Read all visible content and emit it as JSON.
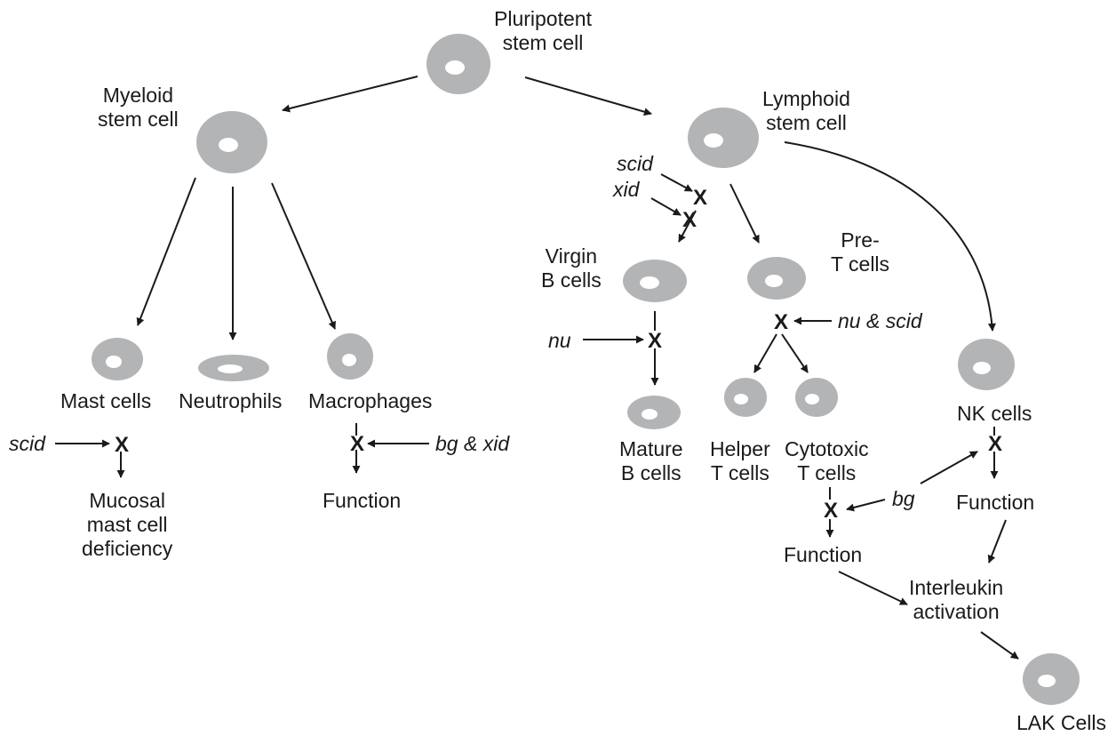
{
  "cells": {
    "pluripotent": "Pluripotent\nstem cell",
    "myeloid": "Myeloid\nstem cell",
    "lymphoid": "Lymphoid\nstem cell",
    "mast": "Mast cells",
    "neutrophils": "Neutrophils",
    "macrophages": "Macrophages",
    "virgin_b": "Virgin\nB cells",
    "pre_t": "Pre-\nT cells",
    "mature_b": "Mature\nB cells",
    "helper_t": "Helper\nT cells",
    "cytotoxic_t": "Cytotoxic\nT cells",
    "nk": "NK cells",
    "lak": "LAK Cells"
  },
  "outcomes": {
    "mucosal_deficiency": "Mucosal\nmast cell\ndeficiency",
    "macrophage_function": "Function",
    "t_function": "Function",
    "nk_function": "Function",
    "interleukin": "Interleukin\nactivation"
  },
  "mutations": {
    "scid_mast": "scid",
    "bg_xid_macrophage": "bg & xid",
    "scid_lymphoid": "scid",
    "xid_lymphoid": "xid",
    "nu_b": "nu",
    "nu_scid_t": "nu & scid",
    "bg_t_nk": "bg"
  },
  "block_symbol": "X",
  "colors": {
    "cell": "#b3b4b6",
    "nucleus": "#ffffff",
    "line": "#1a1a1a"
  }
}
